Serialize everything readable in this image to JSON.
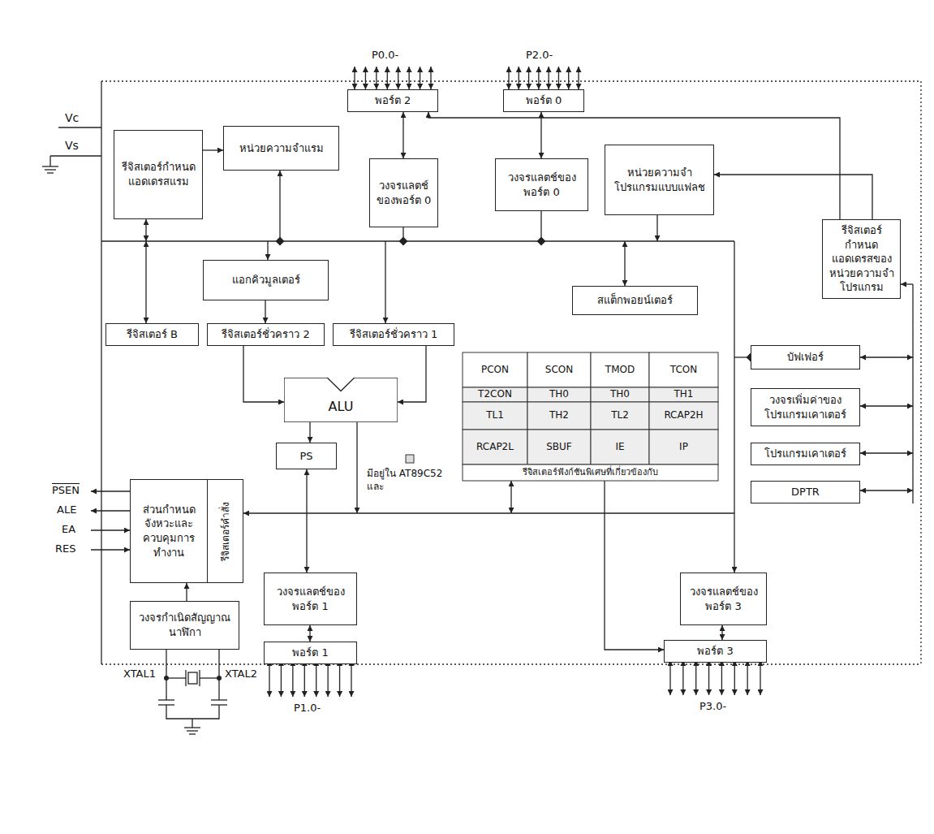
{
  "diagram": {
    "nodes": [
      {
        "text": [
          "รีจิสเตอร์กำหนดแอดเดรสแรม"
        ]
      },
      {
        "text": [
          "พอร์ต 2"
        ]
      },
      {
        "text": [
          "พอร์ต 0"
        ]
      },
      {
        "text": [
          "หน่วยความจำแรม"
        ]
      },
      {
        "text": [
          "วงจรแลตช์ของพอร์ต 0"
        ]
      },
      {
        "text": [
          "วงจรแลตช์ของพอร์ต 0"
        ]
      },
      {
        "text": [
          "หน่วยความจำโปรแกรมแบบแฟลช"
        ]
      },
      {
        "text": [
          "แอกคิวมูลเตอร์"
        ]
      },
      {
        "text": [
          "รีจิสเตอร์กำหนดแอดเดรสของหน่วยความจำโปรแกรม"
        ]
      },
      {
        "text": [
          "สแต็กพอยน์เตอร์"
        ]
      },
      {
        "text": [
          "รีจิสเตอร์ B"
        ]
      },
      {
        "text": [
          "รีจิสเตอร์ชั่วคราว 2"
        ]
      },
      {
        "text": [
          "รีจิสเตอร์ชั่วคราว 1"
        ]
      },
      {
        "text": [
          "ALU"
        ]
      },
      {
        "text": [
          "บัฟเฟอร์"
        ]
      },
      {
        "text": [
          "วงจรเพิ่มค่าของโปรแกรมเคาเตอร์"
        ]
      },
      {
        "text": [
          "โปรแกรมเคาเตอร์"
        ]
      },
      {
        "text": [
          "DPTR"
        ]
      },
      {
        "text": [
          "PS"
        ]
      },
      {
        "text": [
          "ส่วนกำหนดจังหวะและควบคุมการทำงาน"
        ]
      },
      {
        "text": [
          "รีจิสเตอร์คำสั่ง"
        ],
        "in": 19
      },
      {
        "text": [
          "วงจรแลตช์ของพอร์ต 1"
        ]
      },
      {
        "text": [
          "วงจรแลตช์ของพอร์ต 3"
        ]
      },
      {
        "text": [
          "วงจรกำเนิดสัญญาณนาฬิกา"
        ]
      },
      {
        "text": [
          "พอร์ต 1"
        ]
      },
      {
        "text": [
          "พอร์ต 3"
        ]
      }
    ],
    "edges": [
      {
        "from": 0,
        "to": 3,
        "arrow": "to"
      },
      {
        "from": 1,
        "to": 4,
        "arrow": "both"
      },
      {
        "from": 2,
        "to": 5,
        "arrow": "both"
      },
      {
        "from": 8,
        "to": 6,
        "arrow": "to"
      },
      {
        "from": 8,
        "to": 1,
        "arrow": "to"
      },
      {
        "from": 7,
        "to": 11,
        "arrow": "to"
      },
      {
        "from": 11,
        "to": 13,
        "arrow": "to"
      },
      {
        "from": 12,
        "to": 13,
        "arrow": "to"
      },
      {
        "from": 13,
        "to": 18,
        "arrow": "to"
      },
      {
        "from": 23,
        "to": 19,
        "arrow": "to"
      },
      {
        "from": 21,
        "to": 24,
        "arrow": "both"
      },
      {
        "from": 22,
        "to": 25,
        "arrow": "both"
      }
    ],
    "labels": [
      "P0.0-",
      "P2.0-",
      "Vc",
      "Vs",
      "PCON",
      "SCON",
      "TMOD",
      "TCON",
      "T2CON",
      "TH0",
      "TH0",
      "TH1",
      "TL1",
      "TH2",
      "TL2",
      "RCAP2H",
      "RCAP2L",
      "SBUF",
      "IE",
      "IP",
      "รีจิสเตอร์ฟังก์ชันพิเศษที่เกี่ยวข้องกับ",
      "มีอยู่ใน AT89C52 และ",
      "PSEN",
      "ALE",
      "EA",
      "RES",
      "P1.0-",
      "P3.0-",
      "XTAL1",
      "XTAL2"
    ]
  }
}
